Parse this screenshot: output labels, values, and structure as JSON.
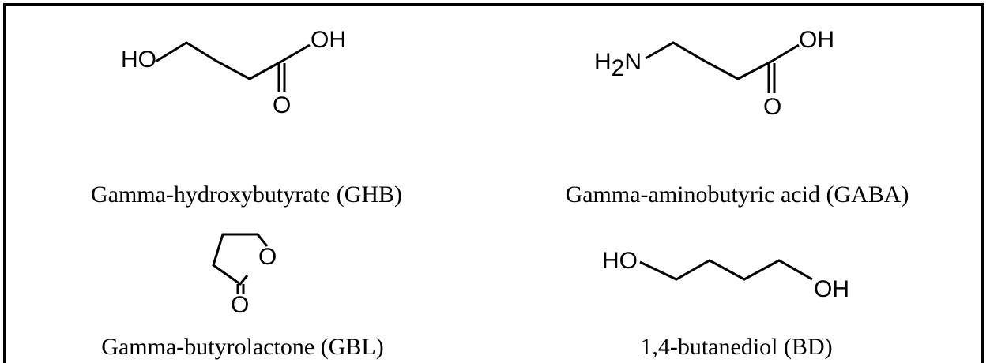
{
  "molecules": [
    {
      "name": "Gamma-hydroxybutyrate (GHB)",
      "atoms": {
        "ho": "HO",
        "oh": "OH",
        "o": "O"
      }
    },
    {
      "name": "Gamma-aminobutyric acid (GABA)",
      "atoms": {
        "h": "H",
        "sub2": "2",
        "n": "N",
        "oh": "OH",
        "o": "O"
      }
    },
    {
      "name": "Gamma-butyrolactone (GBL)",
      "atoms": {
        "ring_o": "O",
        "o": "O"
      }
    },
    {
      "name": "1,4-butanediol (BD)",
      "atoms": {
        "ho": "HO",
        "oh": "OH"
      }
    }
  ]
}
